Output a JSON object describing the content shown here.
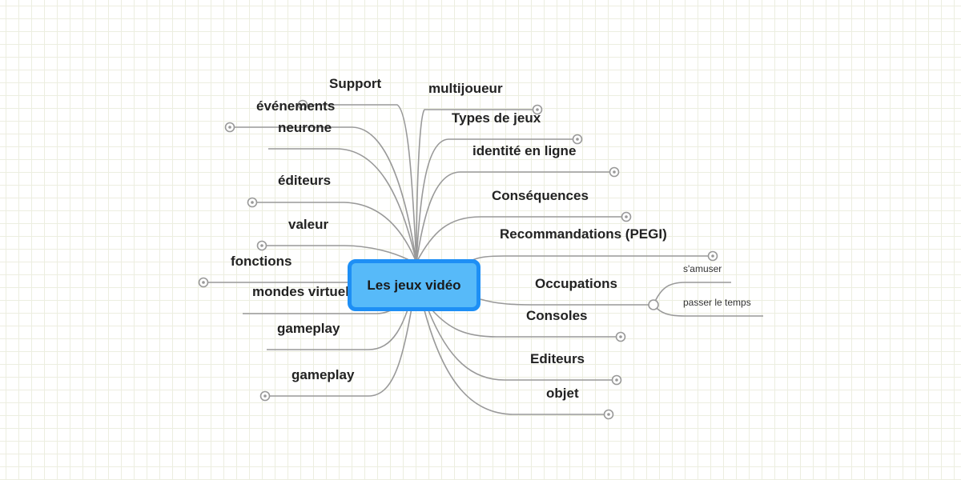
{
  "central_topic": "Les jeux vidéo",
  "left_branches": [
    {
      "id": "support",
      "label": "Support"
    },
    {
      "id": "evenements",
      "label": "événements"
    },
    {
      "id": "neurone",
      "label": "neurone"
    },
    {
      "id": "editeurs-left",
      "label": "éditeurs"
    },
    {
      "id": "valeur",
      "label": "valeur"
    },
    {
      "id": "fonctions",
      "label": "fonctions"
    },
    {
      "id": "mondes-virtuels",
      "label": "mondes virtuels"
    },
    {
      "id": "gameplay-1",
      "label": "gameplay"
    },
    {
      "id": "gameplay-2",
      "label": "gameplay"
    }
  ],
  "right_branches": [
    {
      "id": "multijoueur",
      "label": "multijoueur"
    },
    {
      "id": "types-de-jeux",
      "label": "Types de jeux"
    },
    {
      "id": "identite-en-ligne",
      "label": "identité en ligne"
    },
    {
      "id": "consequences",
      "label": "Conséquences"
    },
    {
      "id": "recommandations",
      "label": "Recommandations (PEGI)"
    },
    {
      "id": "occupations",
      "label": "Occupations",
      "children": [
        "s'amuser",
        "passer le temps"
      ]
    },
    {
      "id": "consoles",
      "label": "Consoles"
    },
    {
      "id": "editeurs-right",
      "label": "Editeurs"
    },
    {
      "id": "objet",
      "label": "objet"
    }
  ],
  "colors": {
    "line": "#999999",
    "node_fill": "#57baf9",
    "node_border": "#1e8ff5",
    "grid": "#eceee0"
  }
}
